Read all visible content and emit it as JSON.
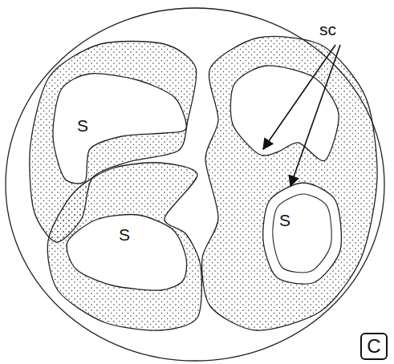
{
  "diagram": {
    "nodes": [
      {
        "text": [
          "C"
        ]
      }
    ],
    "labels": [
      "S",
      "S",
      "S",
      "sc"
    ]
  }
}
